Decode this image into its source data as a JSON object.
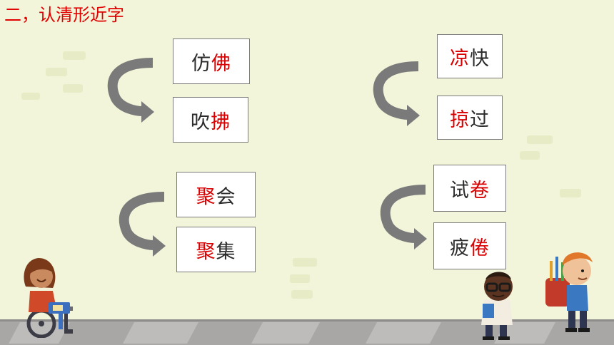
{
  "heading": {
    "text": "二，认清形近字"
  },
  "colors": {
    "background": "#f3f5da",
    "highlight": "#d80000",
    "text": "#2b2b2b",
    "arrow": "#777777",
    "floor": "#a9a7a6"
  },
  "pairs": [
    {
      "top": {
        "first": "仿",
        "second": "佛",
        "red": "second"
      },
      "bottom": {
        "first": "吹",
        "second": "拂",
        "red": "second"
      }
    },
    {
      "top": {
        "first": "凉",
        "second": "快",
        "red": "first"
      },
      "bottom": {
        "first": "掠",
        "second": "过",
        "red": "first"
      }
    },
    {
      "top": {
        "first": "聚",
        "second": "会",
        "red": "first"
      },
      "bottom": {
        "first": "聚",
        "second": "集",
        "red": "first"
      }
    },
    {
      "top": {
        "first": "试",
        "second": "卷",
        "red": "second"
      },
      "bottom": {
        "first": "疲",
        "second": "倦",
        "red": "second"
      }
    }
  ],
  "decorations": {
    "arrow_icon": "curved-arrow",
    "characters": [
      "girl-wheelchair-icon",
      "boy-glasses-icon",
      "boy-backpack-icon"
    ]
  }
}
